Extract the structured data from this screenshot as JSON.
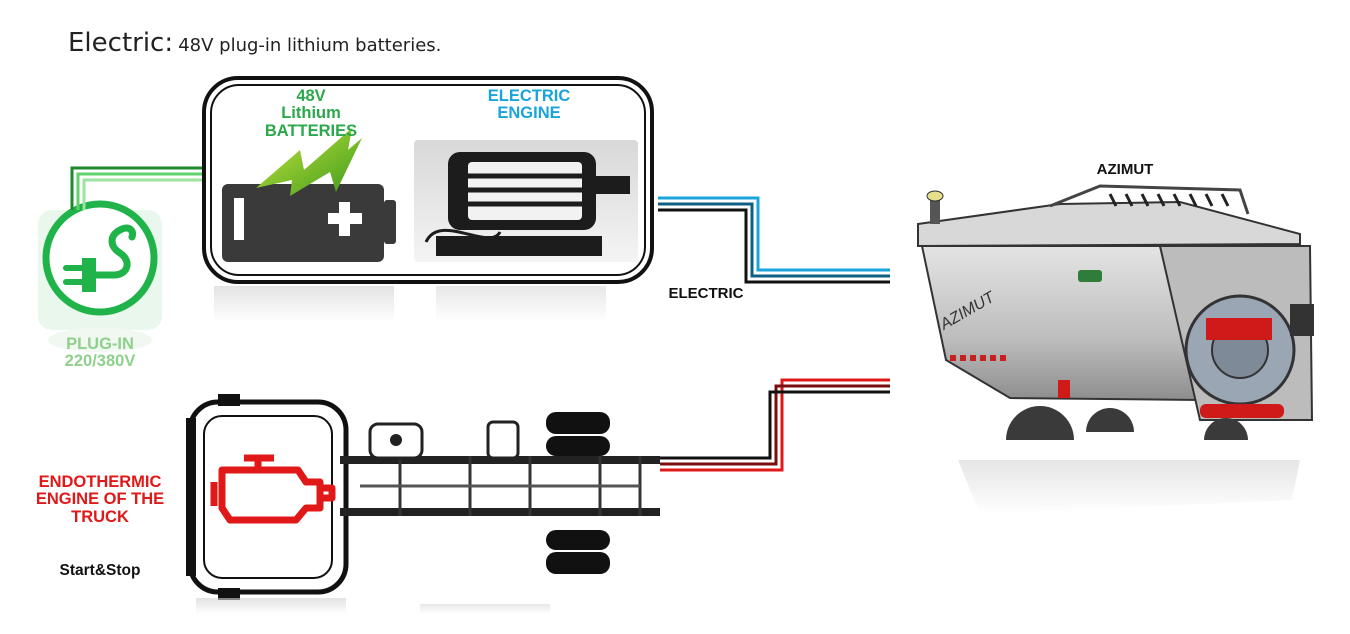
{
  "heading": {
    "title": "Electric:",
    "subtitle": "48V plug-in lithium batteries."
  },
  "labels": {
    "batteries": "48V\nLithium\nBATTERIES",
    "electric_engine": "ELECTRIC\nENGINE",
    "plug_in": "PLUG-IN\n220/380V",
    "electric": "ELECTRIC",
    "azimut": "AZIMUT",
    "endothermic": "ENDOTHERMIC\nENGINE OF THE\nTRUCK",
    "start_stop": "Start&Stop"
  },
  "colors": {
    "green": "#2aa84a",
    "blue": "#1aa4dc",
    "red": "#e01818",
    "dark": "#111111"
  },
  "icons": [
    "plug-in-icon",
    "battery-icon",
    "lightning-icon",
    "electric-motor-icon",
    "engine-icon",
    "truck-chassis-illustration",
    "azimut-mixer-illustration"
  ]
}
